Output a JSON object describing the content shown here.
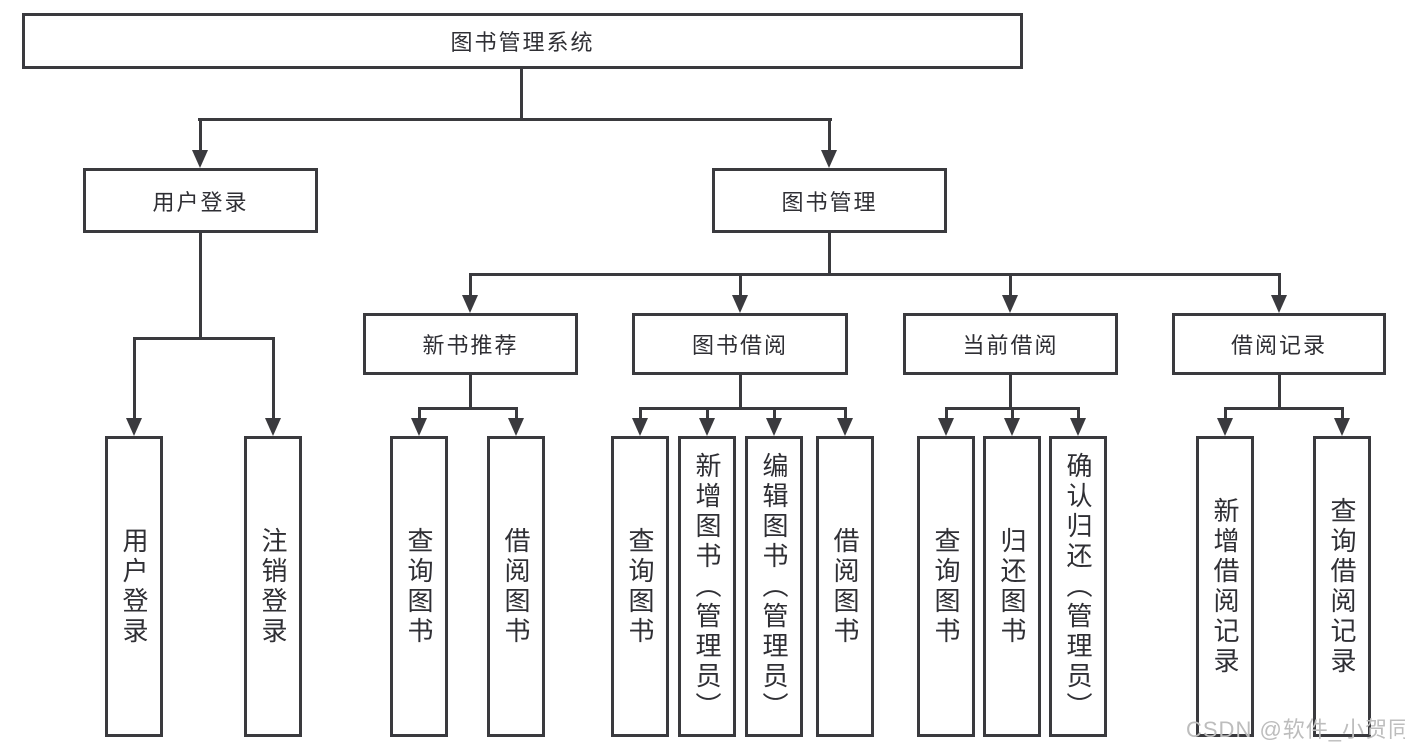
{
  "nodes": {
    "root": "图书管理系统",
    "level2": [
      "用户登录",
      "图书管理"
    ],
    "level3": [
      "新书推荐",
      "图书借阅",
      "当前借阅",
      "借阅记录"
    ],
    "user_login_children": [
      "用户登录",
      "注销登录"
    ],
    "new_book_children": [
      "查询图书",
      "借阅图书"
    ],
    "book_borrow_children": [
      "查询图书",
      "新增图书（管理员）",
      "编辑图书（管理员）",
      "借阅图书"
    ],
    "current_borrow_children": [
      "查询图书",
      "归还图书",
      "确认归还（管理员）"
    ],
    "borrow_record_children": [
      "新增借阅记录",
      "查询借阅记录"
    ]
  },
  "watermark": "CSDN @软件_小贺同学",
  "colors": {
    "line": "#3a3a3e",
    "text": "#2f2f34",
    "watermark": "#bdbdbd",
    "background": "#ffffff"
  }
}
